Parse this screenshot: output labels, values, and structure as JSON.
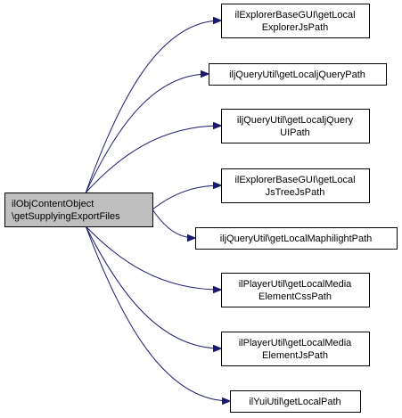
{
  "colors": {
    "edge": "#191970",
    "root_fill": "#bfbfbf",
    "node_fill": "#ffffff",
    "border": "#000000",
    "background": "#ffffff"
  },
  "root": {
    "id": "root",
    "lines": [
      "ilObjContentObject",
      "\\getSupplyingExportFiles"
    ]
  },
  "callees": [
    {
      "id": "explorer-local-explorer-js",
      "lines": [
        "ilExplorerBaseGUI\\getLocal",
        "ExplorerJsPath"
      ]
    },
    {
      "id": "jquery-local-jquery",
      "lines": [
        "iljQueryUtil\\getLocaljQueryPath"
      ]
    },
    {
      "id": "jquery-local-jquery-ui",
      "lines": [
        "iljQueryUtil\\getLocaljQuery",
        "UIPath"
      ]
    },
    {
      "id": "explorer-local-jstree-js",
      "lines": [
        "ilExplorerBaseGUI\\getLocal",
        "JsTreeJsPath"
      ]
    },
    {
      "id": "jquery-local-maphilight",
      "lines": [
        "iljQueryUtil\\getLocalMaphilightPath"
      ]
    },
    {
      "id": "player-local-media-css",
      "lines": [
        "ilPlayerUtil\\getLocalMedia",
        "ElementCssPath"
      ]
    },
    {
      "id": "player-local-media-js",
      "lines": [
        "ilPlayerUtil\\getLocalMedia",
        "ElementJsPath"
      ]
    },
    {
      "id": "yui-local-path",
      "lines": [
        "ilYuiUtil\\getLocalPath"
      ]
    }
  ],
  "edges": [
    {
      "from": "root",
      "to": "explorer-local-explorer-js"
    },
    {
      "from": "root",
      "to": "jquery-local-jquery"
    },
    {
      "from": "root",
      "to": "jquery-local-jquery-ui"
    },
    {
      "from": "root",
      "to": "explorer-local-jstree-js"
    },
    {
      "from": "root",
      "to": "jquery-local-maphilight"
    },
    {
      "from": "root",
      "to": "player-local-media-css"
    },
    {
      "from": "root",
      "to": "player-local-media-js"
    },
    {
      "from": "root",
      "to": "yui-local-path"
    }
  ]
}
